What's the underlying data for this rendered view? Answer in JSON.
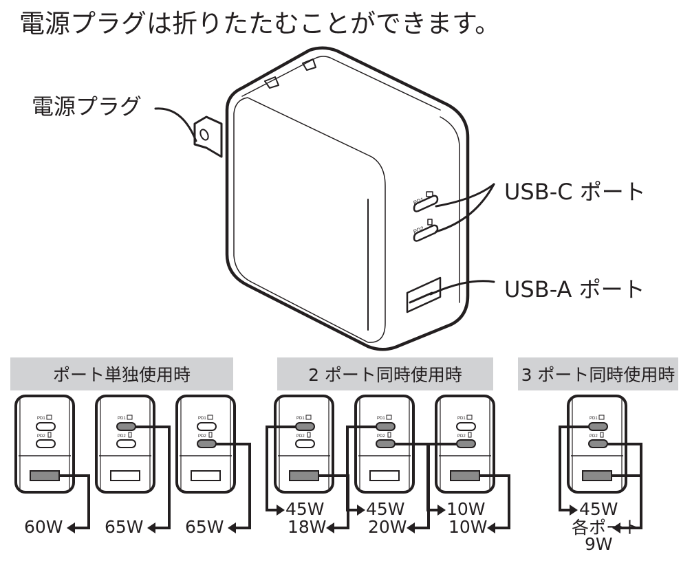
{
  "headline": "電源プラグは折りたたむことができます。",
  "callouts": {
    "plug": "電源プラグ",
    "usb_c": "USB-C ポート",
    "usb_a": "USB-A ポート"
  },
  "port_labels": {
    "pd1": "PD1",
    "pd2": "PD2"
  },
  "colors": {
    "active_port": "#8a8a8a",
    "header_bg": "#d1d2d4",
    "line": "#231f20"
  },
  "sections": [
    {
      "title": "ポート単独使用時",
      "diagrams": [
        {
          "active": [
            "A"
          ],
          "outputs": [
            {
              "port": "A",
              "label": "60W"
            }
          ]
        },
        {
          "active": [
            "PD1"
          ],
          "outputs": [
            {
              "port": "PD1",
              "label": "65W"
            }
          ]
        },
        {
          "active": [
            "PD2"
          ],
          "outputs": [
            {
              "port": "PD2",
              "label": "65W"
            }
          ]
        }
      ]
    },
    {
      "title": "2 ポート同時使用時",
      "diagrams": [
        {
          "active": [
            "PD1",
            "A"
          ],
          "outputs": [
            {
              "port": "PD1",
              "label": "45W"
            },
            {
              "port": "A",
              "label": "18W"
            }
          ]
        },
        {
          "active": [
            "PD1",
            "PD2"
          ],
          "outputs": [
            {
              "port": "PD1",
              "label": "45W"
            },
            {
              "port": "PD2",
              "label": "20W"
            }
          ]
        },
        {
          "active": [
            "PD2",
            "A"
          ],
          "outputs": [
            {
              "port": "PD2",
              "label": "10W"
            },
            {
              "port": "A",
              "label": "10W"
            }
          ]
        }
      ]
    },
    {
      "title": "3 ポート同時使用時",
      "diagrams": [
        {
          "active": [
            "PD1",
            "PD2",
            "A"
          ],
          "outputs": [
            {
              "port": "PD1",
              "label": "45W"
            },
            {
              "port": "PD2+A",
              "label": "各ポート",
              "label2": "9W"
            }
          ]
        }
      ]
    }
  ]
}
